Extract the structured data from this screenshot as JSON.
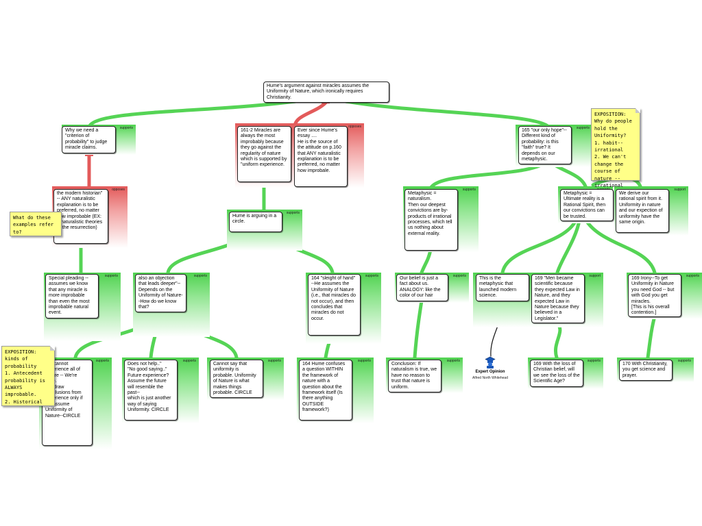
{
  "colors": {
    "support": "#55d455",
    "oppose": "#e35a5a",
    "card_border": "#222222",
    "note": "#ffff88"
  },
  "labels": {
    "supports": "supports",
    "opposes": "opposes",
    "support": "support"
  },
  "claims": {
    "root": "Hume's argument against miracles assumes the Uniformity of Nature, which ironically requires Christianity.",
    "criterion": "Why we need a \"criterion of probability\" to judge miracle claims.",
    "modern_historian": "the modern historian\" -- ANY naturalistic explanation is to be preferred, no matter how improbable (EX: ...naturalistic theories of the resurrection)",
    "special_pleading": "Special pleading -- assumes we know that any miracle is more improbable than even the most improbable natural event.",
    "cannot_experience": "We cannot experience all of nature -- We're finite.\nWe draw conclusions from experience only if we assume Uniformity of Nature--CIRCLE",
    "miracles_improbably": "161-2 Miracles are always the most improbably because they go against the regularity of nature which is supported by \"uniform experience.",
    "ever_since": "Ever since Hume's essay ....\nHe is the source of the attitude on p.160\nthat ANY naturalistic explanation is to be preferred, no matter how improbale.",
    "arguing_circle": "Hume is arguing in a circle.",
    "objection_deeper": "also an objection that leads deeper\"-- Depends on the Uniformity of Nature--How do we know that?",
    "sleight_of_hand": "164 \"sleight of hand\" --He assumes the Uniformity of Nature (i.e., that miracles do not occur), and then concludes that miracles do not occur.",
    "does_not_help": "Does not help..\"\n\"No good saying..\"\nFuture experience? Assume the future will resemble the past--\nwhich is just another way of saying Uniformity. CIRCLE",
    "cannot_say": "Cannot say that uniformity is probable. Uniformity of Nature is what makes things probable. CIRCLE",
    "hume_confuses": "164 Hume confuses a question WITHIN the framework of nature with a question about the framework itself (Is there anything OUTSIDE framework?)",
    "our_only_hope": "165 \"our only hope\"-- Different kind of probability: is this \"faith\" true? It depends on our metaphysic.",
    "metaphysic_naturalism": "Metaphysic = naturalism.\nThen our deepest convictions are by-products of irrational processes, which tell us nothing about external reality.",
    "belief_fact": "Our belief is just a fact about us. ANALOGY: like the color of our hair",
    "conclusion": "Conclusion: If naturalism is true, we have no reason to trust that nature is uniform.",
    "metaphysic_rational": "Metaphysic = Ultimate reality is a Rational Spirit, then our convictions can be trusted.",
    "derive_rational": "We derive our rational spirit from it. Uniformity in nature and our expection of uniformity have the same origin.",
    "modern_science": "This is the metaphysic that launched modern science.",
    "men_scientific": "169 \"Men became scientific because they expected Law in Nature, and they expected Law in Nature because they believed in a Legislator.\"",
    "irony": "169 Irony--To get Uniformity in Nature you need God -- but with God you get miracles.\n[This is his overall contention.]",
    "loss_belief": "169 With the loss of Christian belief, will we see the loss of the Scientific Age?",
    "christianity": "170 With Christianity, you get science and prayer."
  },
  "notes": {
    "what_examples": "What do these examples refer to?",
    "exposition_uniformity": "EXPOSITION:\nWhy do people hold the Uniformity?\n1. habit--irrational\n2. We can't change the course of nature --irrational",
    "exposition_probability": "EXPOSITION:\nkinds of probability\n1. Antecedent probability is ALWAYS improbable.\n2. Historical"
  },
  "expert": {
    "icon": "graduation-cap-icon",
    "label": "Expert Opinion",
    "name": "Alfred North Whitehead"
  }
}
